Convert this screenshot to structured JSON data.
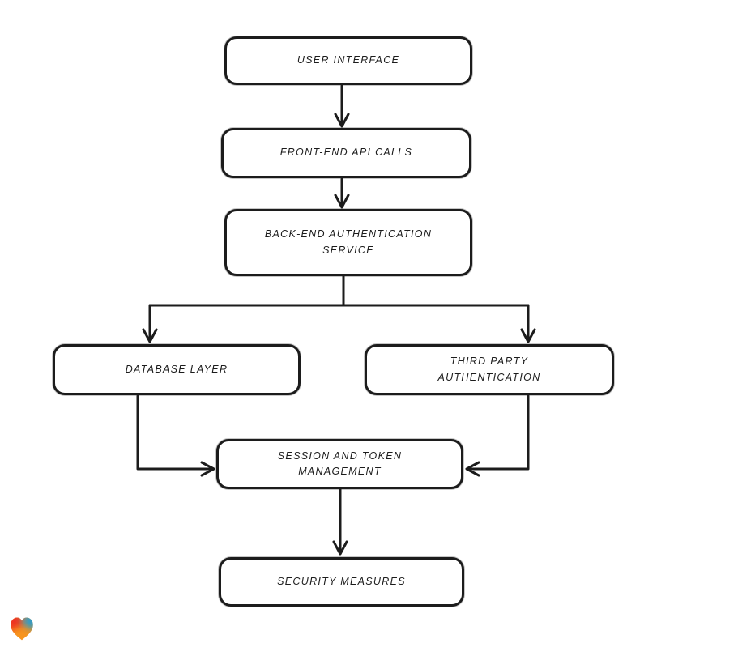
{
  "canvas": {
    "background_color": "#ffffff",
    "stroke_color": "#1c1c1c",
    "text_color": "#1c1c1c"
  },
  "diagram": {
    "type": "flowchart",
    "direction": "top-down",
    "nodes": [
      {
        "id": "user-interface",
        "label": "USER INTERFACE"
      },
      {
        "id": "front-end-api-calls",
        "label": "FRONT-END API CALLS"
      },
      {
        "id": "back-end-auth-service",
        "label": "BACK-END AUTHENTICATION SERVICE"
      },
      {
        "id": "database-layer",
        "label": "DATABASE LAYER"
      },
      {
        "id": "third-party-auth",
        "label": "THIRD PARTY AUTHENTICATION"
      },
      {
        "id": "session-token-mgmt",
        "label": "SESSION AND TOKEN MANAGEMENT"
      },
      {
        "id": "security-measures",
        "label": "SECURITY MEASURES"
      }
    ],
    "edges": [
      {
        "from": "user-interface",
        "to": "front-end-api-calls",
        "style": "arrow"
      },
      {
        "from": "front-end-api-calls",
        "to": "back-end-auth-service",
        "style": "arrow"
      },
      {
        "from": "back-end-auth-service",
        "to": "database-layer",
        "style": "arrow"
      },
      {
        "from": "back-end-auth-service",
        "to": "third-party-auth",
        "style": "arrow"
      },
      {
        "from": "database-layer",
        "to": "session-token-mgmt",
        "style": "arrow"
      },
      {
        "from": "third-party-auth",
        "to": "session-token-mgmt",
        "style": "arrow"
      },
      {
        "from": "session-token-mgmt",
        "to": "security-measures",
        "style": "arrow"
      }
    ]
  },
  "branding": {
    "logo_name": "eraser-heart-logo",
    "logo_colors": {
      "red": "#ee2e24",
      "blue": "#1e9cd7",
      "orange": "#f7941d"
    }
  }
}
